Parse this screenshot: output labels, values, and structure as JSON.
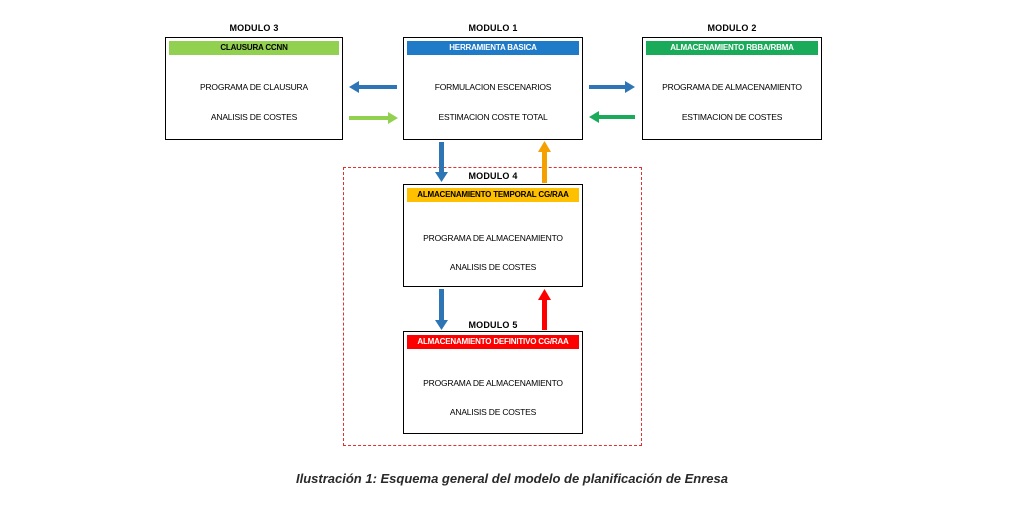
{
  "modules": {
    "m3": {
      "label": "MODULO 3",
      "header": "CLAUSURA CCNN",
      "header_color": "#92d050",
      "line1": "PROGRAMA DE CLAUSURA",
      "line2": "ANALISIS DE COSTES"
    },
    "m1": {
      "label": "MODULO 1",
      "header": "HERRAMIENTA BASICA",
      "header_color": "#1f7ac8",
      "line1": "FORMULACION ESCENARIOS",
      "line2": "ESTIMACION COSTE TOTAL"
    },
    "m2": {
      "label": "MODULO 2",
      "header": "ALMACENAMIENTO RBBA/RBMA",
      "header_color": "#1aab5a",
      "line1": "PROGRAMA DE ALMACENAMIENTO",
      "line2": "ESTIMACION DE COSTES"
    },
    "m4": {
      "label": "MODULO 4",
      "header": "ALMACENAMIENTO TEMPORAL CG/RAA",
      "header_color": "#ffc000",
      "line1": "PROGRAMA DE ALMACENAMIENTO",
      "line2": "ANALISIS DE COSTES"
    },
    "m5": {
      "label": "MODULO 5",
      "header": "ALMACENAMIENTO DEFINITIVO CG/RAA",
      "header_color": "#ff0000",
      "line1": "PROGRAMA DE ALMACENAMIENTO",
      "line2": "ANALISIS DE COSTES"
    }
  },
  "arrow_colors": {
    "blue": "#2e75b6",
    "green": "#92d050",
    "dark_green": "#1aab5a",
    "orange": "#f4a000",
    "red": "#ff0000"
  },
  "caption": "Ilustración 1: Esquema general del modelo de planificación de Enresa"
}
